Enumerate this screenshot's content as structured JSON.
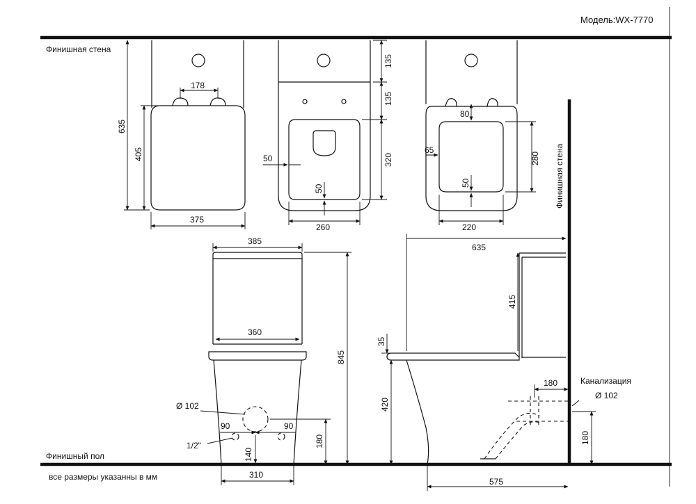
{
  "header": {
    "model": "Модель:WX-7770"
  },
  "labels": {
    "finish_wall": "Финишная стена",
    "finish_wall_vertical": "Финишная стена",
    "finish_floor": "Финишный пол",
    "note": "все размеры указанны в мм",
    "sewer": "Канализация"
  },
  "dims": {
    "d635_left": "635",
    "d405": "405",
    "d178": "178",
    "d375": "375",
    "d135_a": "135",
    "d135_b": "135",
    "d320": "320",
    "d50_left": "50",
    "d50_mid": "50",
    "d260": "260",
    "d80": "80",
    "d65": "65",
    "d280": "280",
    "d50_right": "50",
    "d220": "220",
    "d385": "385",
    "d360": "360",
    "d845": "845",
    "d102_left": "Ø 102",
    "d90_a": "90",
    "d90_b": "90",
    "d12in": "1/2\"",
    "d140": "140",
    "d180_left": "180",
    "d310": "310",
    "d635_side": "635",
    "d415": "415",
    "d35": "35",
    "d420": "420",
    "d180_top": "180",
    "d102_right": "Ø 102",
    "d180_right": "180",
    "d575": "575"
  }
}
